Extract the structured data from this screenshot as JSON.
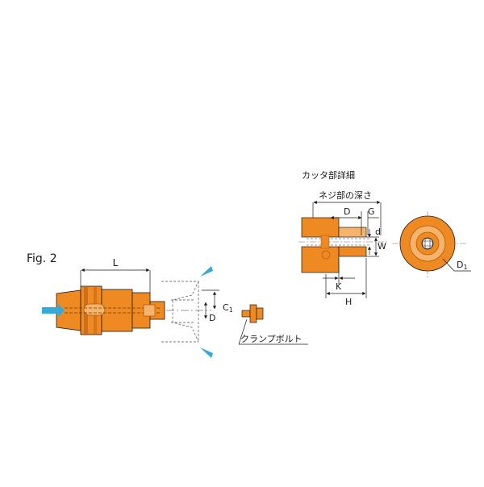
{
  "figure": {
    "label": "Fig. 2"
  },
  "colors": {
    "body": "#ef8a22",
    "body_dark": "#b45a10",
    "body_light": "#f6b46a",
    "coolant": "#35a9d8",
    "line": "#1a1a1a",
    "dash": "#777777"
  },
  "main_view": {
    "dim_length": "L",
    "dim_c1_base": "C",
    "dim_c1_sub": "1",
    "dim_depth": "D",
    "callout": "クランプボルト"
  },
  "detail_view": {
    "title": "カッタ部詳細",
    "thread_depth_label": "ネジ部の深さ",
    "dim_d": "D",
    "dim_g": "G",
    "dim_small_d": "d",
    "dim_w": "W",
    "dim_k": "K",
    "dim_h": "H",
    "dim_d1_base": "D",
    "dim_d1_sub": "1"
  },
  "icons": {
    "coolant_inlet": "coolant-arrow-icon",
    "coolant_outlet": "coolant-nozzle-icon"
  }
}
